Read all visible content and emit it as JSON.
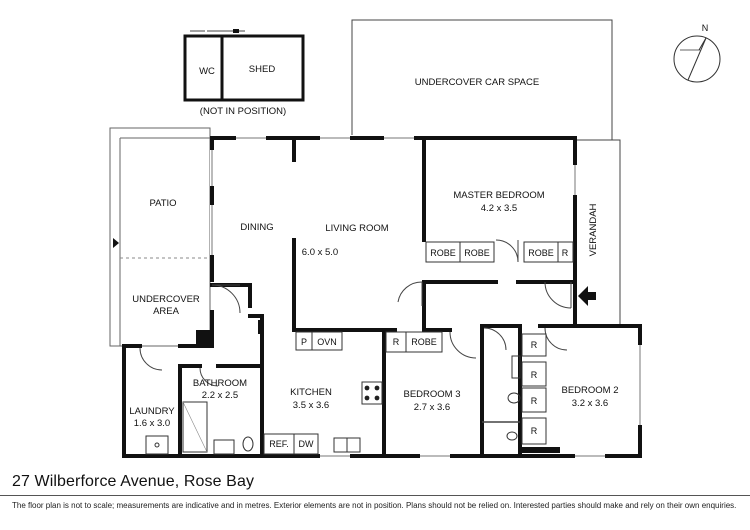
{
  "outbuilding": {
    "wc": "WC",
    "shed": "SHED",
    "note": "(NOT IN POSITION)"
  },
  "compass": {
    "north": "N"
  },
  "rooms": {
    "carport": "UNDERCOVER CAR SPACE",
    "patio": "PATIO",
    "undercover_line1": "UNDERCOVER",
    "undercover_line2": "AREA",
    "dining": "DINING",
    "living": "LIVING ROOM",
    "living_dim": "6.0 x 5.0",
    "master": "MASTER BEDROOM",
    "master_dim": "4.2 x 3.5",
    "verandah": "VERANDAH",
    "bathroom": "BATHROOM",
    "bathroom_dim": "2.2 x 2.5",
    "laundry": "LAUNDRY",
    "laundry_dim": "1.6 x 3.0",
    "kitchen": "KITCHEN",
    "kitchen_dim": "3.5 x 3.6",
    "bed3": "BEDROOM 3",
    "bed3_dim": "2.7 x 3.6",
    "bed2": "BEDROOM 2",
    "bed2_dim": "3.2 x 3.6"
  },
  "fixtures": {
    "robe": "ROBE",
    "r": "R",
    "p": "P",
    "ovn": "OVN",
    "ref": "REF.",
    "dw": "DW"
  },
  "footer": {
    "title": "27 Wilberforce Avenue, Rose Bay",
    "disclaimer": "The floor plan is not to scale; measurements are indicative and in metres. Exterior elements are not in position. Plans should not be relied on. Interested parties should make and rely on their own enquiries."
  }
}
